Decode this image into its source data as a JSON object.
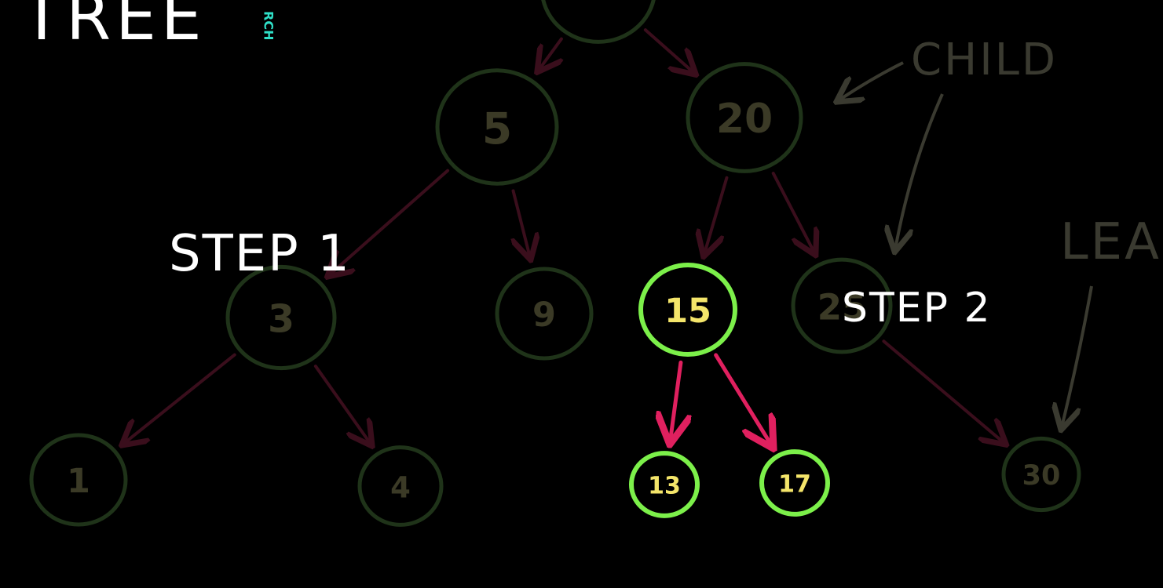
{
  "title": {
    "text": "TREE",
    "sub_text": "RCH"
  },
  "annotations": {
    "step1": "STEP 1",
    "step2": "STEP 2",
    "child": "CHILD",
    "leaf": "LEAF"
  },
  "colors": {
    "background": "#000000",
    "active_node_stroke": "#7CF04A",
    "active_node_text": "#F4E56A",
    "active_edge": "#E0205F",
    "dim_node_stroke": "#1F3319",
    "dim_node_text": "#3B3A26",
    "dim_edge": "#3A0E1C",
    "dim_annotation": "#3A3A30",
    "step_text": "#FFFFFF",
    "title_accent": "#2FE0C8"
  },
  "nodes": [
    {
      "id": "n-top",
      "label": "",
      "state": "dim"
    },
    {
      "id": "n5",
      "label": "5",
      "state": "dim"
    },
    {
      "id": "n20",
      "label": "20",
      "state": "dim"
    },
    {
      "id": "n3",
      "label": "3",
      "state": "dim"
    },
    {
      "id": "n9",
      "label": "9",
      "state": "dim"
    },
    {
      "id": "n15",
      "label": "15",
      "state": "active"
    },
    {
      "id": "n25",
      "label": "25",
      "state": "dim"
    },
    {
      "id": "n1",
      "label": "1",
      "state": "dim"
    },
    {
      "id": "n4",
      "label": "4",
      "state": "dim"
    },
    {
      "id": "n13",
      "label": "13",
      "state": "active"
    },
    {
      "id": "n17",
      "label": "17",
      "state": "active"
    },
    {
      "id": "n30",
      "label": "30",
      "state": "dim"
    }
  ],
  "edges": [
    {
      "from": "n-top",
      "to": "n5",
      "state": "dim"
    },
    {
      "from": "n-top",
      "to": "n20",
      "state": "dim"
    },
    {
      "from": "n5",
      "to": "n3",
      "state": "dim"
    },
    {
      "from": "n5",
      "to": "n9",
      "state": "dim"
    },
    {
      "from": "n20",
      "to": "n15",
      "state": "dim"
    },
    {
      "from": "n20",
      "to": "n25",
      "state": "dim"
    },
    {
      "from": "n3",
      "to": "n1",
      "state": "dim"
    },
    {
      "from": "n3",
      "to": "n4",
      "state": "dim"
    },
    {
      "from": "n15",
      "to": "n13",
      "state": "active"
    },
    {
      "from": "n15",
      "to": "n17",
      "state": "active"
    },
    {
      "from": "n25",
      "to": "n30",
      "state": "dim"
    }
  ]
}
